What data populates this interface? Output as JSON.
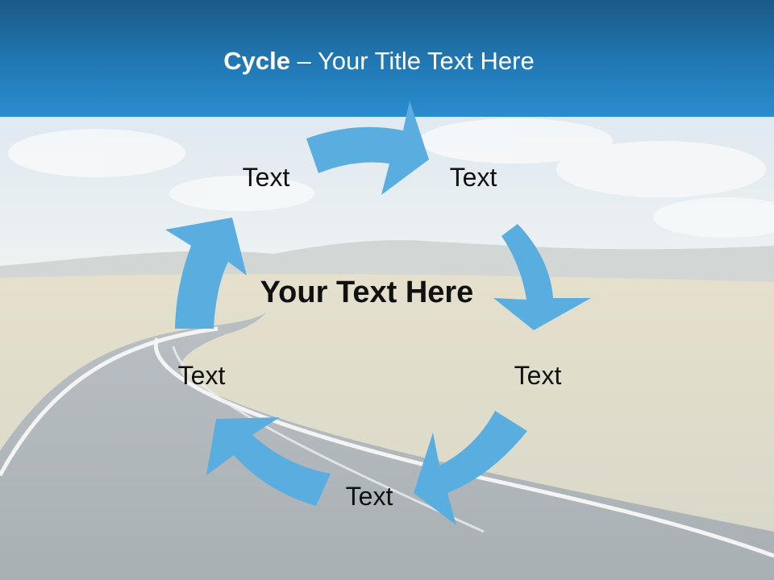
{
  "slide": {
    "title_bold": "Cycle",
    "title_rest": " – Your Title Text Here"
  },
  "cycle": {
    "center_text": "Your Text Here",
    "nodes": [
      {
        "label": "Text"
      },
      {
        "label": "Text"
      },
      {
        "label": "Text"
      },
      {
        "label": "Text"
      },
      {
        "label": "Text"
      }
    ]
  },
  "colors": {
    "title_bar": "#2179b4",
    "arrow": "#5aaddf",
    "text": "#111111",
    "sky": "#e9f0f4",
    "road": "#a6adb0"
  }
}
